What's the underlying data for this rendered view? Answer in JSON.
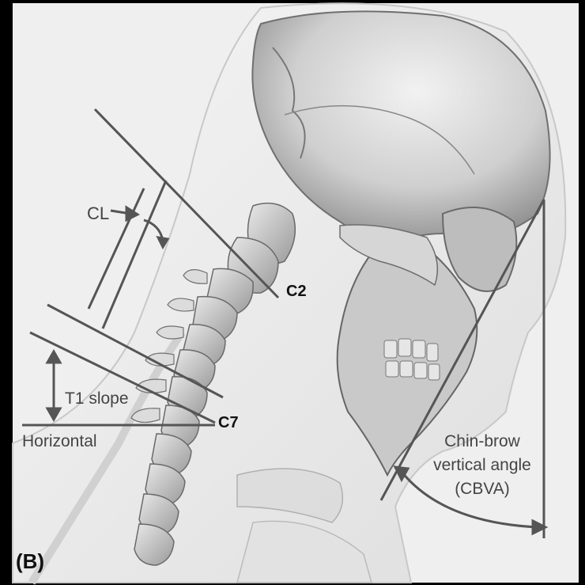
{
  "figure": {
    "panel_label": "(B)",
    "labels": {
      "cl": "CL",
      "c2": "C2",
      "c7": "C7",
      "t1_slope": "T1 slope",
      "horizontal": "Horizontal",
      "cbva_line1": "Chin-brow",
      "cbva_line2": "vertical angle",
      "cbva_line3": "(CBVA)"
    }
  },
  "colors": {
    "frame": "#000000",
    "panel_bg": "#efefef",
    "bone": "#cfcfcf",
    "line": "#555555",
    "label_text": "#444444",
    "vertebra_label": "#111111"
  }
}
